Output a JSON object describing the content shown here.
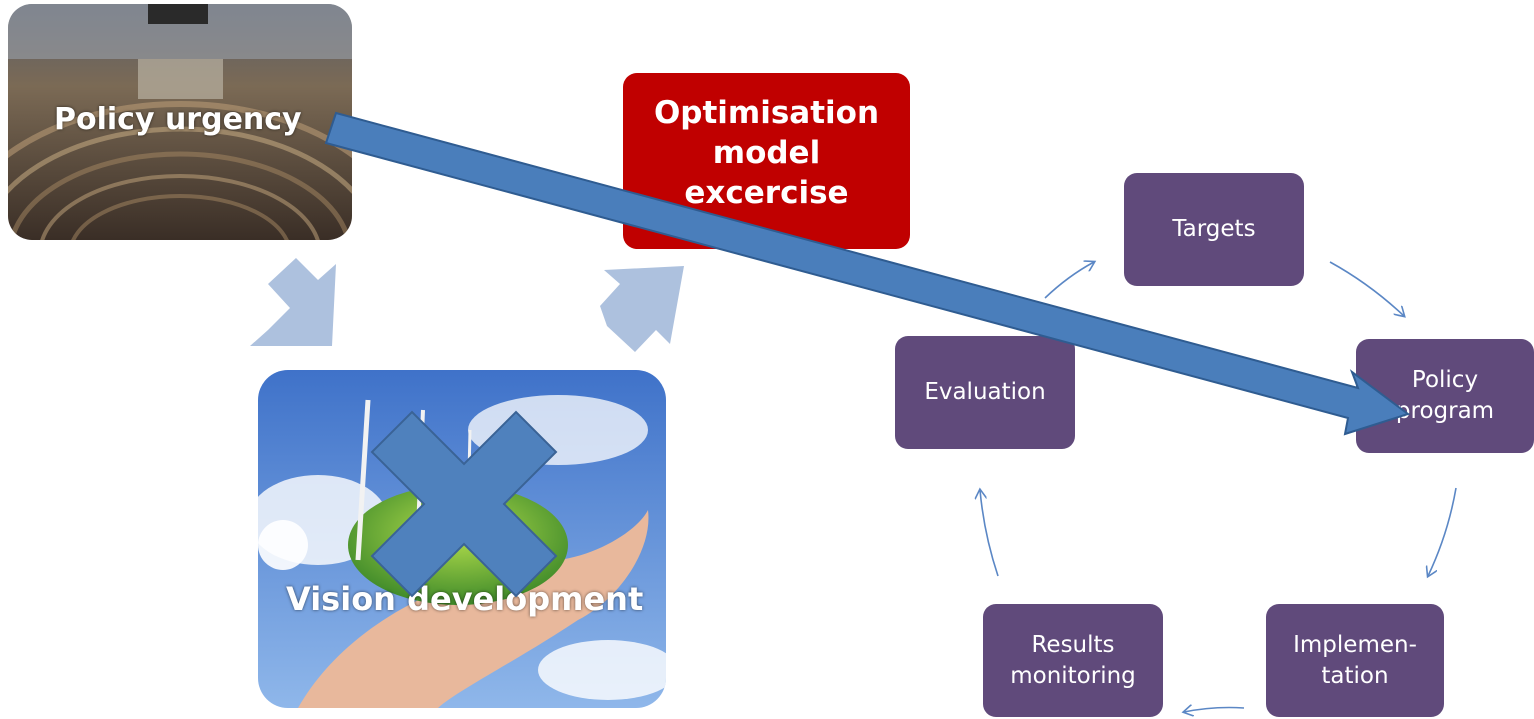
{
  "photos": {
    "urgency_label": "Policy urgency",
    "vision_label": "Vision development"
  },
  "optimisation": {
    "lines": [
      "Optimisation",
      "model",
      "excercise"
    ]
  },
  "cycle": {
    "targets": "Targets",
    "policy_program": [
      "Policy",
      "program"
    ],
    "implementation": [
      "Implemen-",
      "tation"
    ],
    "results": [
      "Results",
      "monitoring"
    ],
    "evaluation": "Evaluation"
  },
  "colors": {
    "cycle_box": "#604a7b",
    "optimisation_box": "#c00000",
    "main_arrow": "#4a7ebb",
    "light_arrow": "#a9bedc",
    "cross": "#4f81bd"
  }
}
